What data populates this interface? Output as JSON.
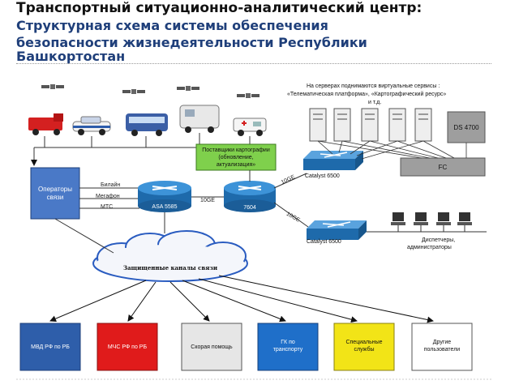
{
  "title": {
    "line1": "Транспортный ситуационно-аналитический центр:",
    "line2": "Структурная схема системы обеспечения",
    "line3": "безопасности жизнедеятельности Республики",
    "line4": "Башкортостан"
  },
  "diagram": {
    "servers_note_1": "На серверах поднимаются виртуальные сервисы :",
    "servers_note_2": "«Телематическая платформа», «Картографический ресурс»",
    "servers_note_3": "и т.д.",
    "ds_label": "DS 4700",
    "fc_label": "FC",
    "cartography_1": "Поставщики картографии",
    "cartography_2": "(обновление,",
    "cartography_3": "актуализация»",
    "operators_1": "Операторы",
    "operators_2": "связи",
    "op_beeline": "Билайн",
    "op_megafon": "Мегафон",
    "op_mts": "МТС",
    "asa_label": "ASA 5585",
    "router_label": "7604",
    "link_10ge_1": "10GE",
    "link_10ge_2": "10GE",
    "link_10ge_3": "10GE",
    "catalyst_top": "Catalyst 6500",
    "catalyst_bottom": "Catalyst 6500",
    "dispatchers_1": "Диспетчеры,",
    "dispatchers_2": "администраторы",
    "cloud_label": "Защищенные каналы связи",
    "dest_1": "МВД РФ по РБ",
    "dest_2": "МЧС РФ по РБ",
    "dest_3": "Скорая помощь",
    "dest_4_1": "ГК по",
    "dest_4_2": "транспорту",
    "dest_5_1": "Специальные",
    "dest_5_2": "службы",
    "dest_6_1": "Другие",
    "dest_6_2": "пользователи"
  },
  "colors": {
    "operators_fill": "#4a79c7",
    "cartography_fill": "#7fd04c",
    "router_fill": "#2a7fc1",
    "dest_1": "#2e5eaa",
    "dest_2": "#e01b1b",
    "dest_3": "#e6e6e6",
    "dest_4": "#1f6fc9",
    "dest_5": "#f2e417",
    "dest_6": "#ffffff"
  }
}
